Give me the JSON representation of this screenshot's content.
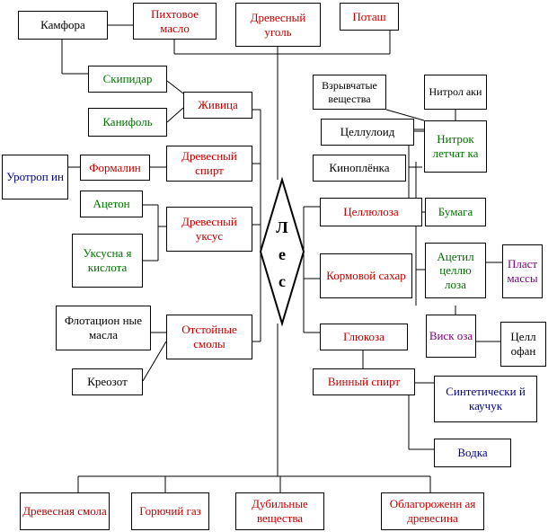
{
  "center": {
    "label_line1": "Л",
    "label_line2": "е",
    "label_line3": "с"
  },
  "nodes": {
    "kamfora": "Камфора",
    "pikhtovoe": "Пихтовое масло",
    "drev_ugol": "Древесный уголь",
    "potash": "Поташ",
    "skipidar": "Скипидар",
    "kanifol": "Канифоль",
    "zhivitsa": "Живица",
    "urotropin": "Уротроп ин",
    "formalin": "Формалин",
    "drev_spirt": "Древесный спирт",
    "aceton": "Ацетон",
    "drev_uksus": "Древесный уксус",
    "uksus_kislota": "Уксусна я кислота",
    "flotats": "Флотацион ные масла",
    "otstoi": "Отстойные смолы",
    "kreozot": "Креозот",
    "vzryv": "Взрывчатые вещества",
    "nitrolaki": "Нитрол аки",
    "celluloid": "Целлулоид",
    "nitroklet": "Нитрок летчат ка",
    "kinoplenka": "Киноплёнка",
    "cellyuloza": "Целлюлоза",
    "bumaga": "Бумага",
    "kormovoi": "Кормовой сахар",
    "acetilcell": "Ацетил целлю лоза",
    "plastmassy": "Пласт массы",
    "viskoza": "Виск оза",
    "glyukoza": "Глюкоза",
    "cellofan": "Целл офан",
    "vinny": "Винный спирт",
    "sint_kauchuk": "Синтетически й каучук",
    "vodka": "Водка",
    "drev_smola": "Древесная смола",
    "goryuchii": "Горючий газ",
    "dubilnye": "Дубильные вещества",
    "oblagor": "Облагороженн ая древесина"
  },
  "colors": {
    "red": "#c00000",
    "green": "#007000",
    "blue": "#000080",
    "purple": "#800080"
  }
}
